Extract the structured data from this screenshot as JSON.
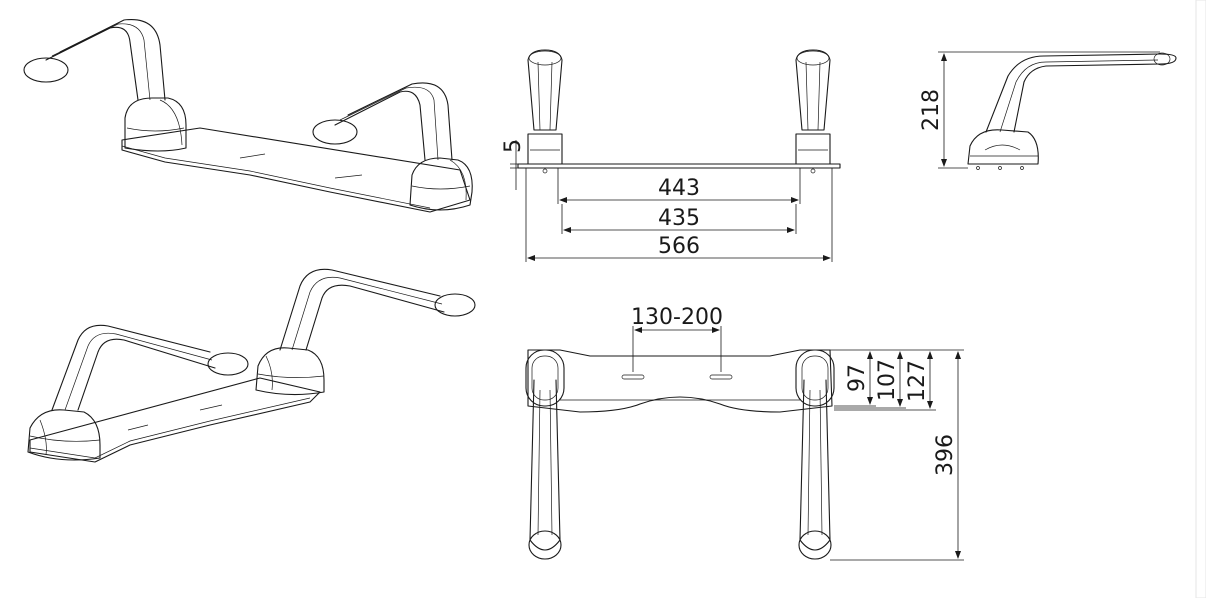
{
  "dimensions": {
    "front_height": "5",
    "inner_width": "443",
    "clamp_width": "435",
    "overall_width": "566",
    "side_height": "218",
    "slot_spacing": "130-200",
    "depth_a": "97",
    "depth_b": "107",
    "depth_c": "127",
    "overall_depth": "396"
  }
}
